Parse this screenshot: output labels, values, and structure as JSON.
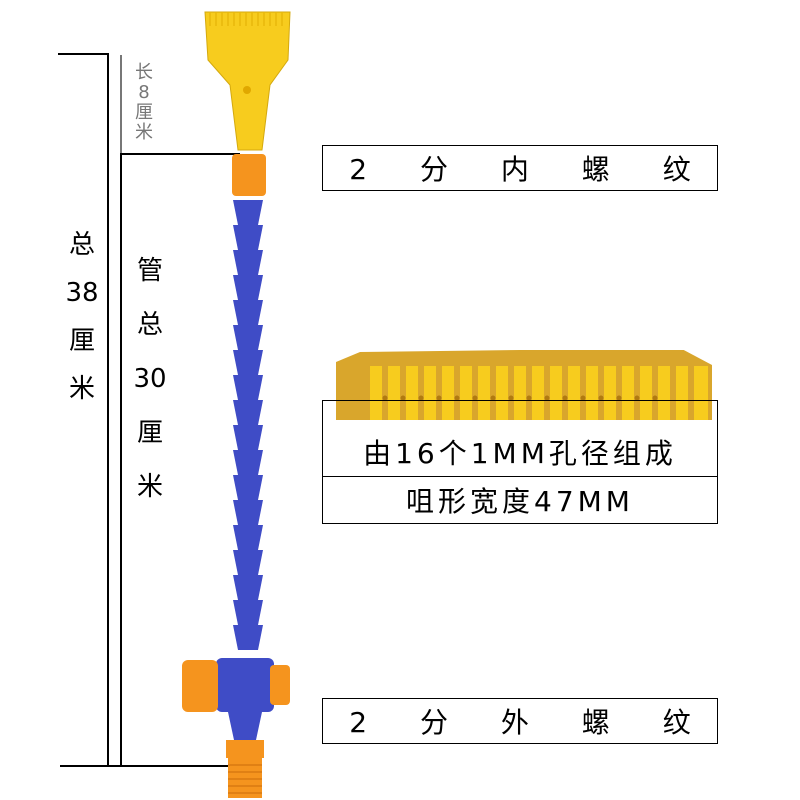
{
  "dimension": {
    "total": [
      "总",
      "38",
      "厘",
      "米"
    ],
    "tube": [
      "管",
      "总",
      "30",
      "厘",
      "米"
    ],
    "nozzle": [
      "长",
      "8",
      "厘",
      "米"
    ]
  },
  "labels": {
    "top_thread": "2 分 内 螺 纹",
    "holes": "由16个1MM孔径组成",
    "width": "咀形宽度47MM",
    "bottom_thread": "2 分 外 螺 纹"
  },
  "colors": {
    "nozzle": "#F7CC1E",
    "fitting": "#F5941E",
    "hose": "#3F4CC6"
  }
}
